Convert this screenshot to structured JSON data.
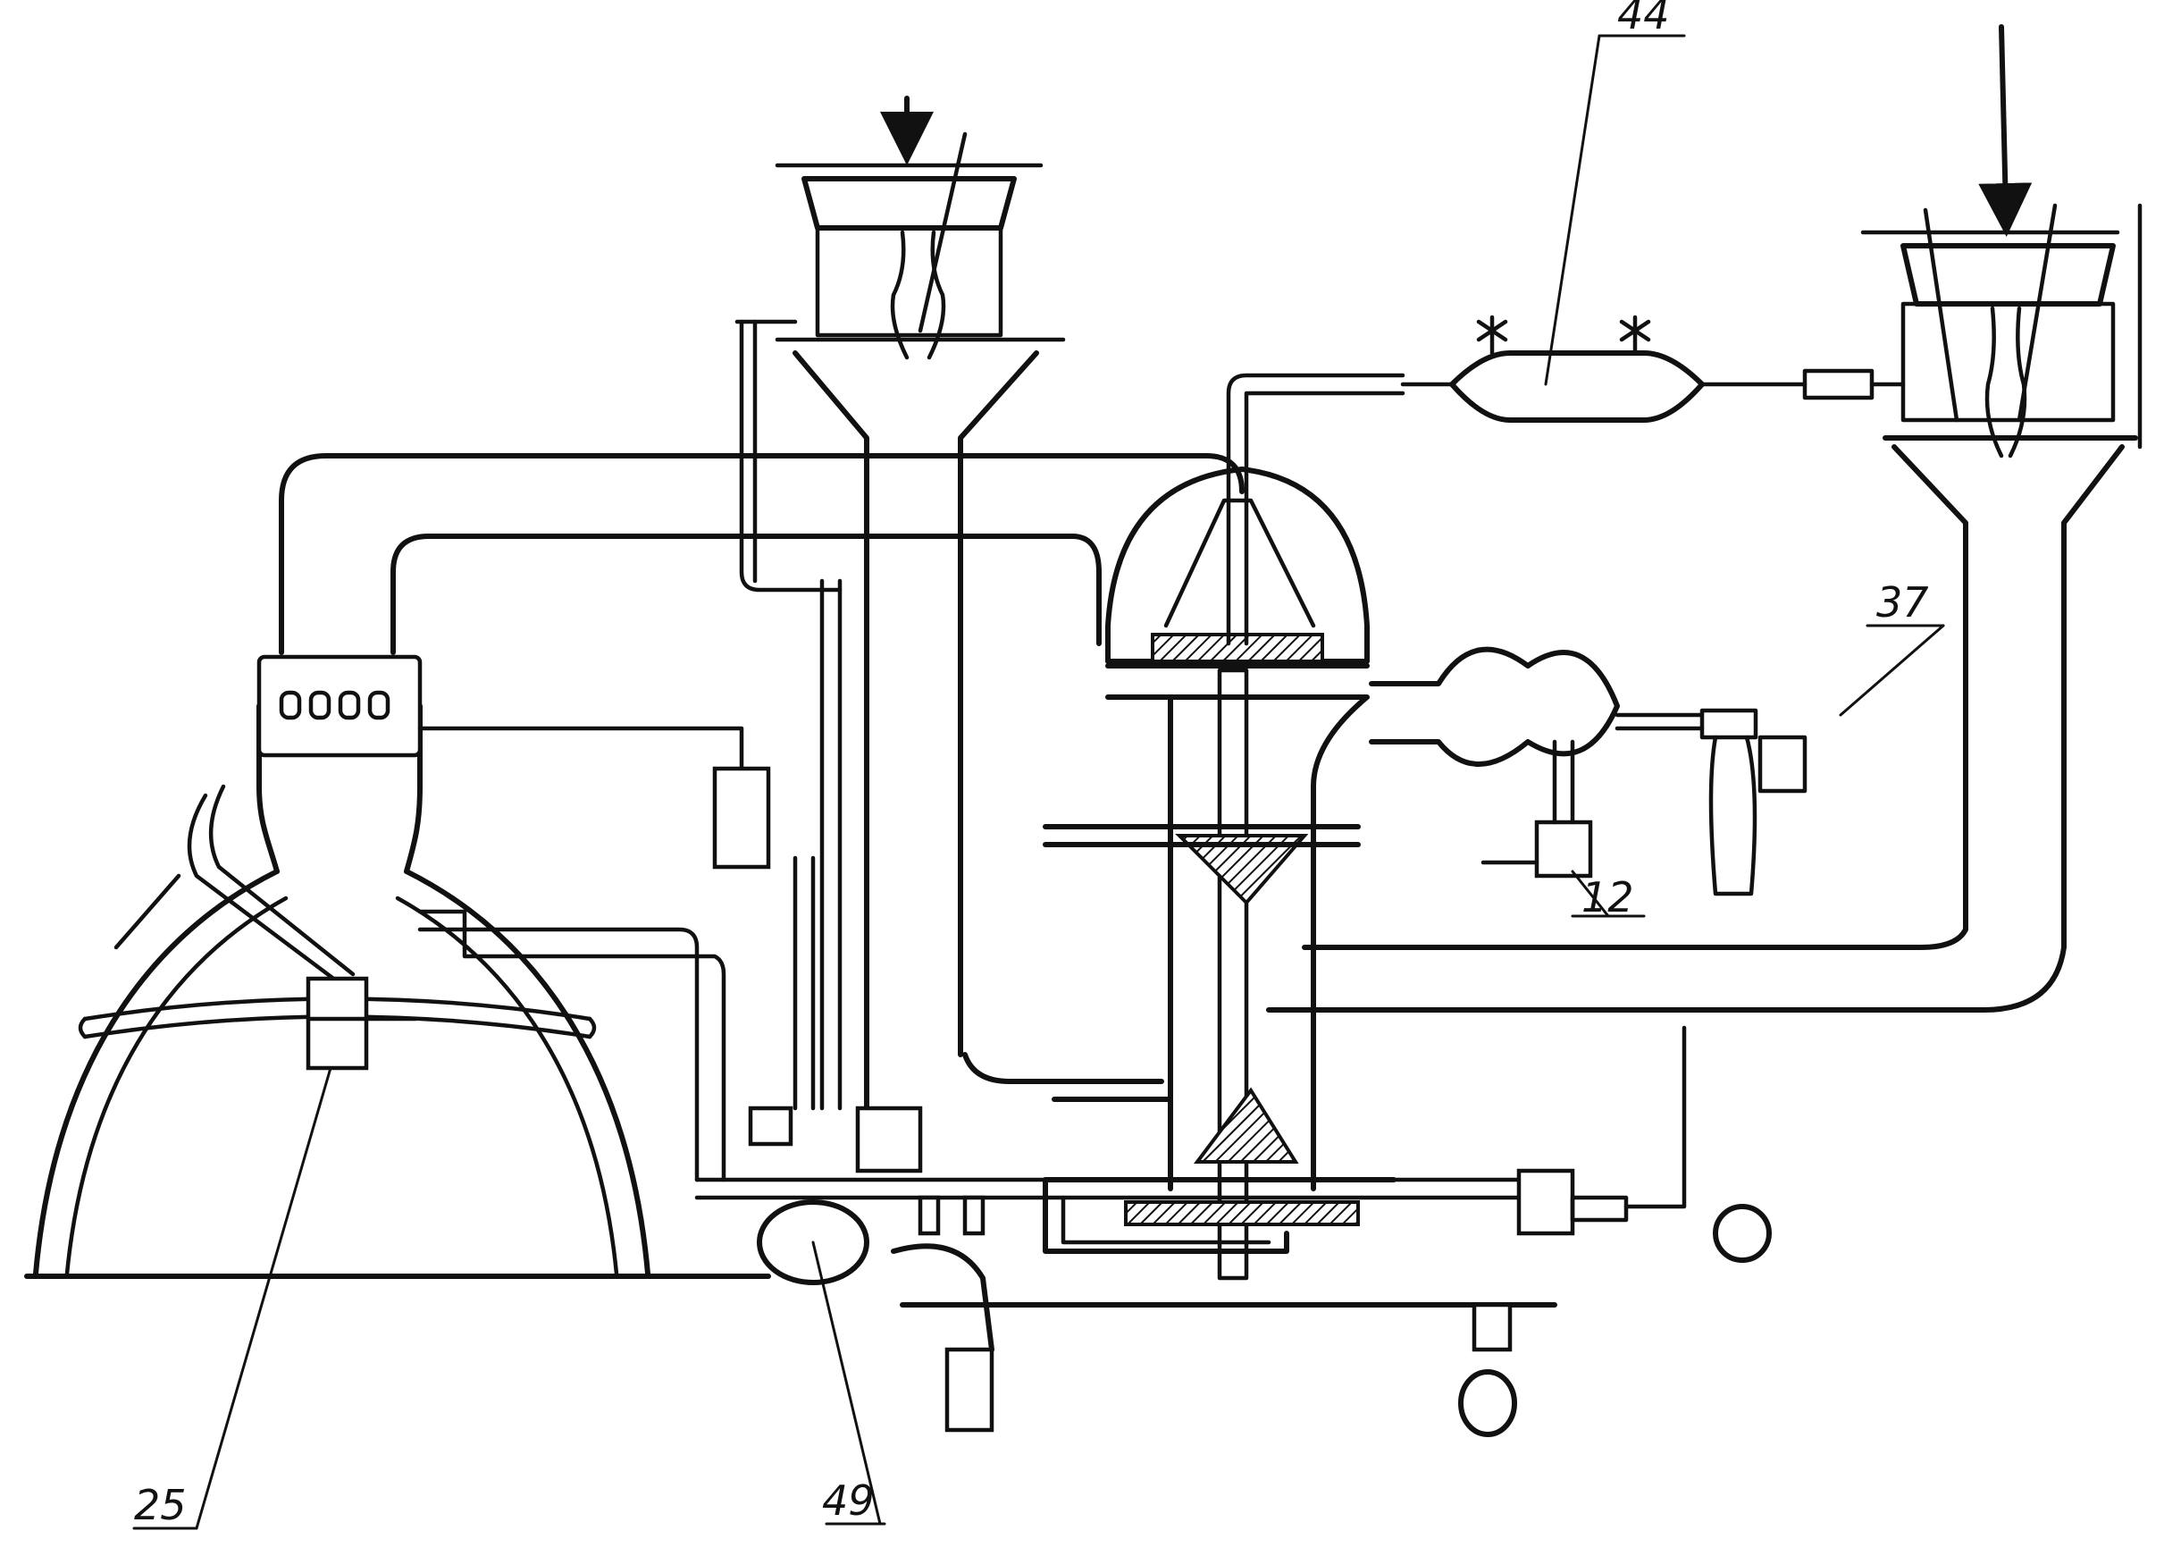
{
  "callouts": {
    "c44": "44",
    "c37": "37",
    "c12": "12",
    "c25": "25",
    "c49": "49"
  },
  "ink_color": "#111111",
  "paper_color": "#ffffff"
}
